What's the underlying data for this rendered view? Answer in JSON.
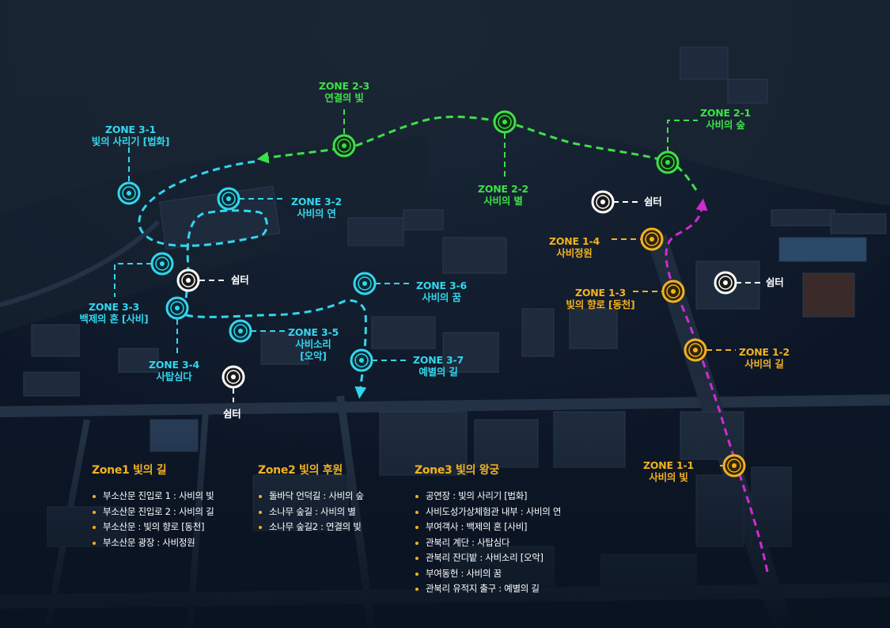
{
  "zones": {
    "z3_1": {
      "code": "ZONE 3-1",
      "name": "빛의 사리기 [법화]"
    },
    "z3_2": {
      "code": "ZONE 3-2",
      "name": "사비의 연"
    },
    "z3_3": {
      "code": "ZONE 3-3",
      "name": "백제의 혼 [사비]"
    },
    "z3_4": {
      "code": "ZONE 3-4",
      "name": "사탑심다"
    },
    "z3_5": {
      "code": "ZONE 3-5",
      "name": "사비소리",
      "name2": "[오악]"
    },
    "z3_6": {
      "code": "ZONE 3-6",
      "name": "사비의 꿈"
    },
    "z3_7": {
      "code": "ZONE 3-7",
      "name": "예별의 길"
    },
    "z2_1": {
      "code": "ZONE 2-1",
      "name": "사비의 숲"
    },
    "z2_2": {
      "code": "ZONE 2-2",
      "name": "사비의 별"
    },
    "z2_3": {
      "code": "ZONE 2-3",
      "name": "연결의 빛"
    },
    "z1_1": {
      "code": "ZONE 1-1",
      "name": "사비의 빛"
    },
    "z1_2": {
      "code": "ZONE 1-2",
      "name": "사비의 길"
    },
    "z1_3": {
      "code": "ZONE 1-3",
      "name": "빛의 향로 [동천]"
    },
    "z1_4": {
      "code": "ZONE 1-4",
      "name": "사비정원"
    }
  },
  "rest": {
    "label": "쉼터"
  },
  "legend": {
    "zone1": {
      "title": "Zone1 빛의 길",
      "items": [
        "부소산문 진입로 1 : 사비의 빛",
        "부소산문 진입로 2 : 사비의 길",
        "부소산문 : 빛의 향로 [동천]",
        "부소산문 광장 : 사비정원"
      ]
    },
    "zone2": {
      "title": "Zone2 빛의 후원",
      "items": [
        "돌바닥 언덕길 : 사비의 숲",
        "소나무 숲길 : 사비의 별",
        "소나무 숲길2 : 연결의 빛"
      ]
    },
    "zone3": {
      "title": "Zone3 빛의 왕궁",
      "items": [
        "공연장  : 빛의 사리기 [법화]",
        "사비도성가상체험관 내부 : 사비의 연",
        "부여객사 : 백제의 혼 [사비]",
        "관북리 계단 : 사탑심다",
        "관북리 잔디밭 : 사비소리 [오악]",
        "부여동헌 : 사비의 꿈",
        "관북리 유적지 출구 : 예별의 길"
      ]
    }
  },
  "colors": {
    "zone1": "#f3b21f",
    "zone2": "#3ee047",
    "zone3": "#33d6ee",
    "route1": "#d12bd1",
    "rest": "#ffffff"
  }
}
